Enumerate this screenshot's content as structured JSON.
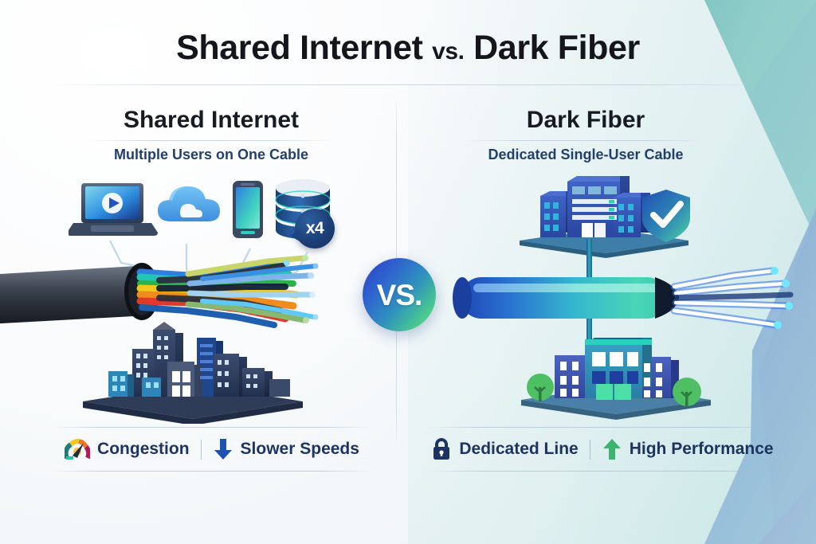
{
  "header": {
    "title_part1": "Shared Internet",
    "title_vs": "vs.",
    "title_part2": "Dark Fiber"
  },
  "center_badge": {
    "label": "VS."
  },
  "columns": {
    "left": {
      "title": "Shared Internet",
      "subtitle": "Multiple Users on One Cable",
      "multiplier_badge": "x4",
      "icons": [
        "laptop-play-icon",
        "cloud-icon",
        "smartphone-icon",
        "database-stack-icon"
      ],
      "illustrations": [
        "multifiber-cable",
        "city-skyline-platform"
      ],
      "footer": [
        {
          "icon": "congestion-gauge-icon",
          "label": "Congestion"
        },
        {
          "icon": "down-arrow-icon",
          "label": "Slower Speeds"
        }
      ]
    },
    "right": {
      "title": "Dark Fiber",
      "subtitle": "Dedicated Single-User Cable",
      "icons": [
        "datacenter-building-icon",
        "shield-check-icon"
      ],
      "illustrations": [
        "single-fiber-cable",
        "office-building-trees-platform"
      ],
      "footer": [
        {
          "icon": "lock-icon",
          "label": "Dedicated Line"
        },
        {
          "icon": "up-arrow-icon",
          "label": "High Performance"
        }
      ]
    }
  },
  "colors": {
    "title_text": "#14161c",
    "subtitle_text": "#22406e",
    "footer_text": "#1d3461",
    "accent_blue": "#2f5fc4",
    "accent_green": "#3cb371",
    "accent_teal": "#3fa8a2",
    "badge_gradient_start": "#2a3fc4",
    "badge_gradient_end": "#6fe0a2",
    "background": "#f2f6f8"
  }
}
